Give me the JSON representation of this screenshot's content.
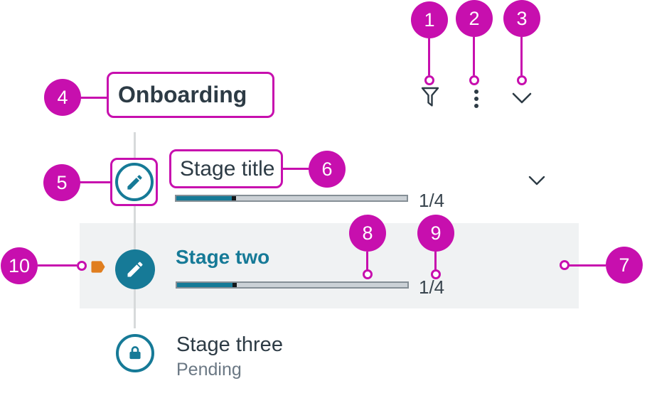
{
  "panel": {
    "title": "Onboarding",
    "toolbar": {
      "filter_icon": "filter",
      "more_icon": "more-options",
      "collapse_icon": "collapse-chevron"
    },
    "stages": [
      {
        "title": "Stage title",
        "icon": "pencil",
        "icon_style": "outline",
        "progress_label": "1/4",
        "progress_percent": 24,
        "has_expander": true
      },
      {
        "title": "Stage two",
        "icon": "pencil",
        "icon_style": "solid",
        "progress_label": "1/4",
        "progress_percent": 24,
        "highlighted": true,
        "flagged": true
      },
      {
        "title": "Stage three",
        "icon": "lock",
        "icon_style": "outline",
        "status": "Pending"
      }
    ]
  },
  "annotations": {
    "callouts": [
      "1",
      "2",
      "3",
      "4",
      "5",
      "6",
      "7",
      "8",
      "9",
      "10"
    ]
  },
  "colors": {
    "accent_magenta": "#C70FAE",
    "teal": "#167A97",
    "orange": "#E07E1F",
    "text_dark": "#2D3B45",
    "text_gray": "#6B7884",
    "row_highlight": "#F0F2F3"
  }
}
